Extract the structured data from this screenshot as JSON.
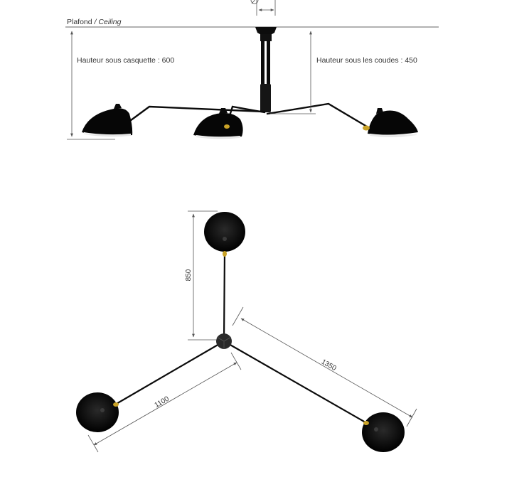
{
  "ceiling": {
    "label_fr": "Plafond",
    "separator": " / ",
    "label_en": "Ceiling"
  },
  "side_view": {
    "height_under_canopy": "Hauteur sous casquette : 600",
    "height_under_elbows": "Hauteur sous les coudes : 450"
  },
  "top_view": {
    "dim_top_arm": "850",
    "dim_right_arm": "1350",
    "dim_left_arm": "1100"
  },
  "colors": {
    "lamp": "#0a0a0a",
    "brass": "#c9a227",
    "dimension_lines": "#555555",
    "ceiling_line": "#666666"
  }
}
